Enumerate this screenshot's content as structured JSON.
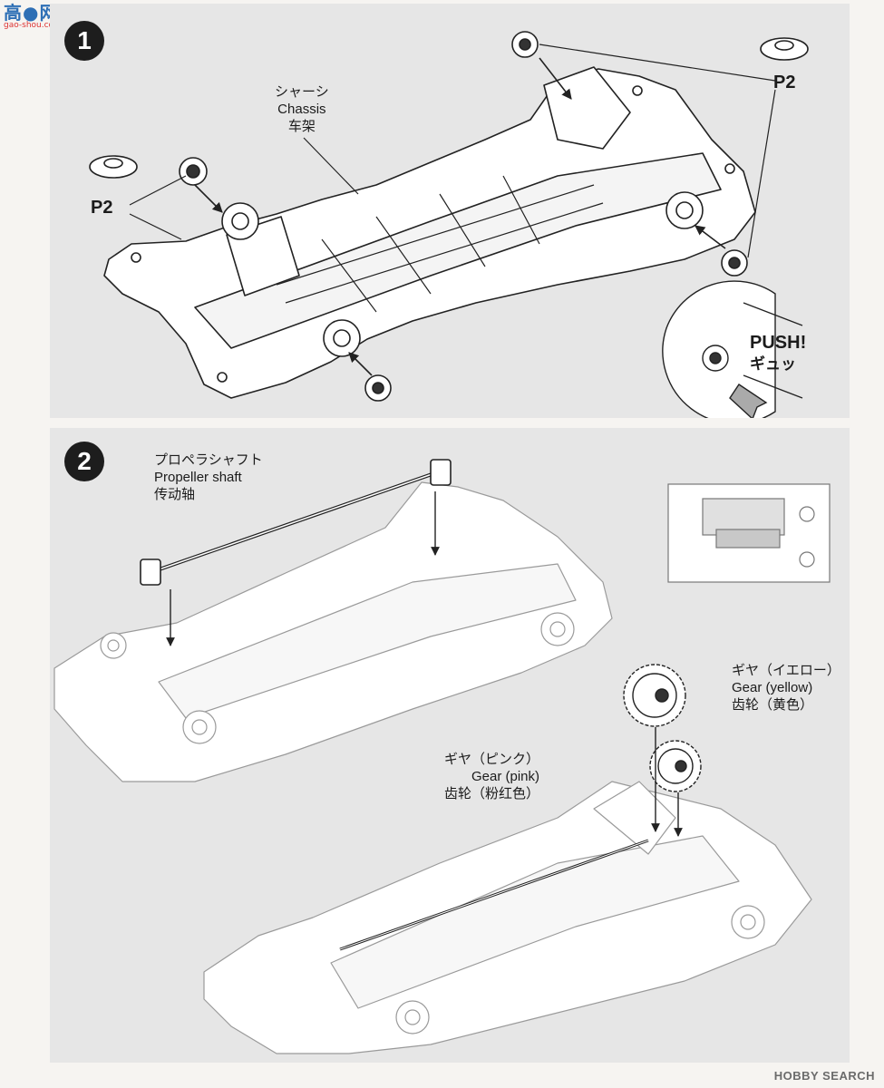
{
  "watermark": {
    "logo_text": "高●网",
    "url_text": "gao-shou.com"
  },
  "step1": {
    "number": "1",
    "chassis_label": [
      "シャーシ",
      "Chassis",
      "车架"
    ],
    "part_left": "P2",
    "part_right": "P2",
    "push_text": "PUSH!",
    "push_kana": "ギュッ"
  },
  "step2": {
    "number": "2",
    "propeller_label": [
      "プロペラシャフト",
      "Propeller shaft",
      "传动轴"
    ],
    "gear_yellow_label": [
      "ギヤ（イエロー）",
      "Gear (yellow)",
      "齿轮（黄色）"
    ],
    "gear_pink_label": [
      "ギヤ（ピンク）",
      "Gear (pink)",
      "齿轮（粉红色）"
    ]
  },
  "footer": {
    "credit": "HOBBY SEARCH"
  }
}
